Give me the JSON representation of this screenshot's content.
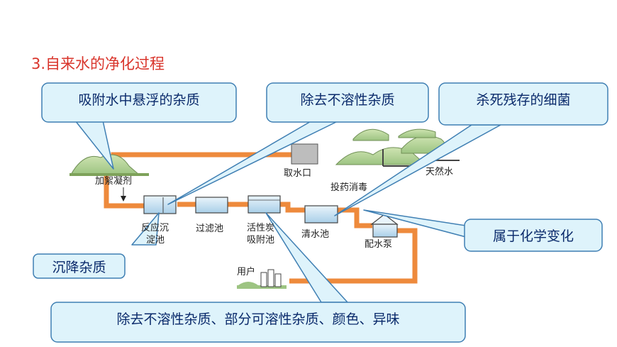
{
  "title": "3.自来水的净化过程",
  "diagram": {
    "labels": {
      "coagulant": "加絮凝剂",
      "intake": "取水口",
      "natural_water": "天然水",
      "disinfect": "投药消毒",
      "sedimentation_1": "反应沉",
      "sedimentation_2": "淀池",
      "filter": "过滤池",
      "carbon_1": "活性炭",
      "carbon_2": "吸附池",
      "clear_pool": "清水池",
      "pump": "配水泵",
      "user": "用户"
    }
  },
  "callouts": {
    "adsorb": "吸附水中悬浮的杂质",
    "remove_insoluble": "除去不溶性杂质",
    "kill_bacteria": "杀死残存的细菌",
    "chemical_change": "属于化学变化",
    "settle": "沉降杂质",
    "carbon_effect": "除去不溶性杂质、部分可溶性杂质、颜色、异味"
  },
  "colors": {
    "pipe": "#ee8a3c",
    "callout_fill": "#def3fb",
    "callout_stroke": "#3f7fb3",
    "callout_text": "#0a2a6b",
    "title": "#d9342b"
  }
}
